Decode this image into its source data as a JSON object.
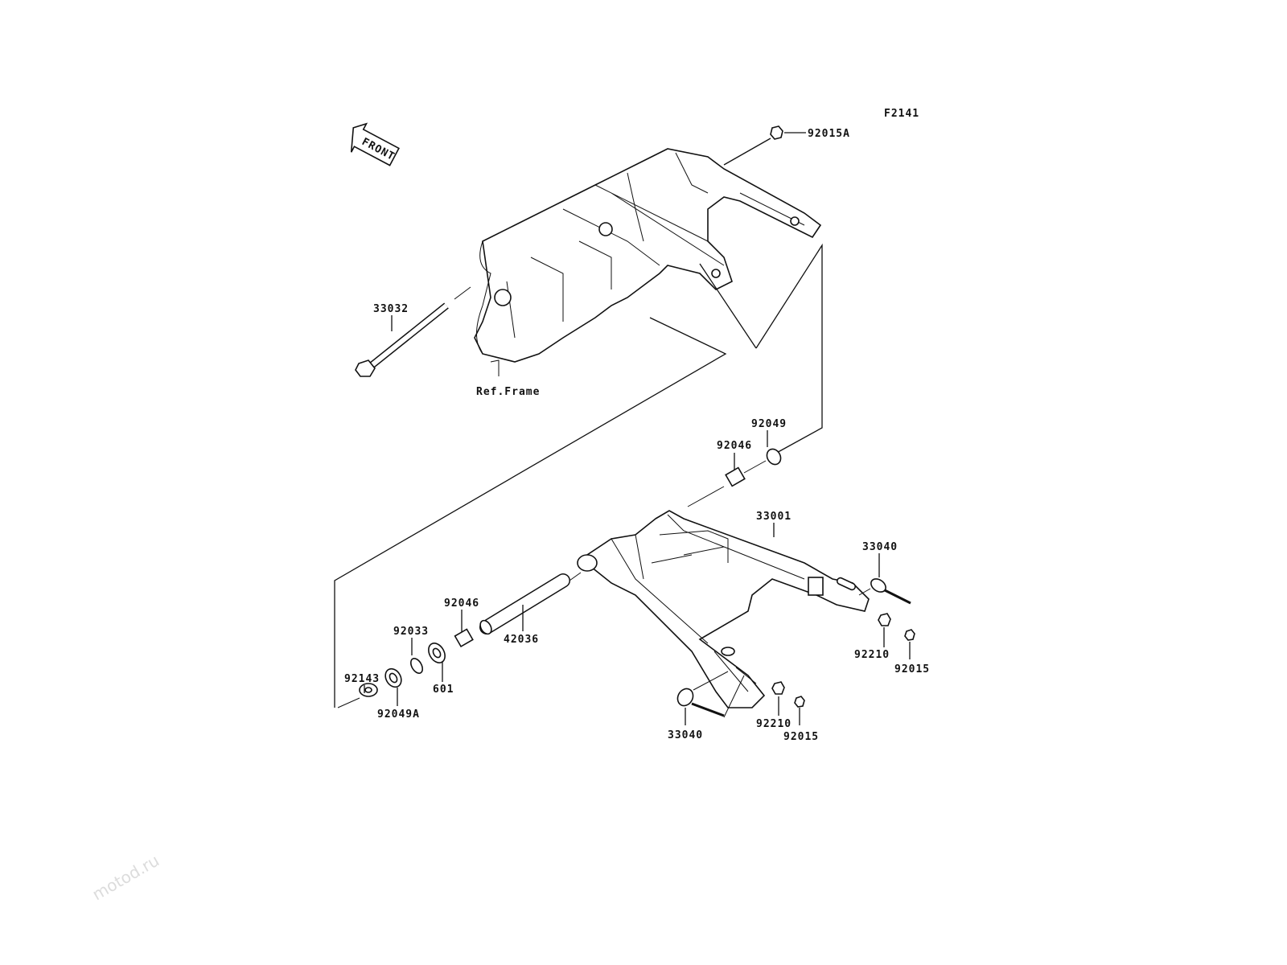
{
  "diagram": {
    "figure_code": "F2141",
    "watermark": "motod.ru",
    "front_arrow": "FRONT",
    "reference": "Ref.Frame",
    "labels": {
      "p92015A": "92015A",
      "p33032": "33032",
      "p92049": "92049",
      "p92046a": "92046",
      "p33001": "33001",
      "p33040a": "33040",
      "p92046b": "92046",
      "p92033": "92033",
      "p42036": "42036",
      "p92143": "92143",
      "p601": "601",
      "p92210a": "92210",
      "p92015a": "92015",
      "p92049A": "92049A",
      "p33040b": "33040",
      "p92210b": "92210",
      "p92015b": "92015"
    }
  }
}
